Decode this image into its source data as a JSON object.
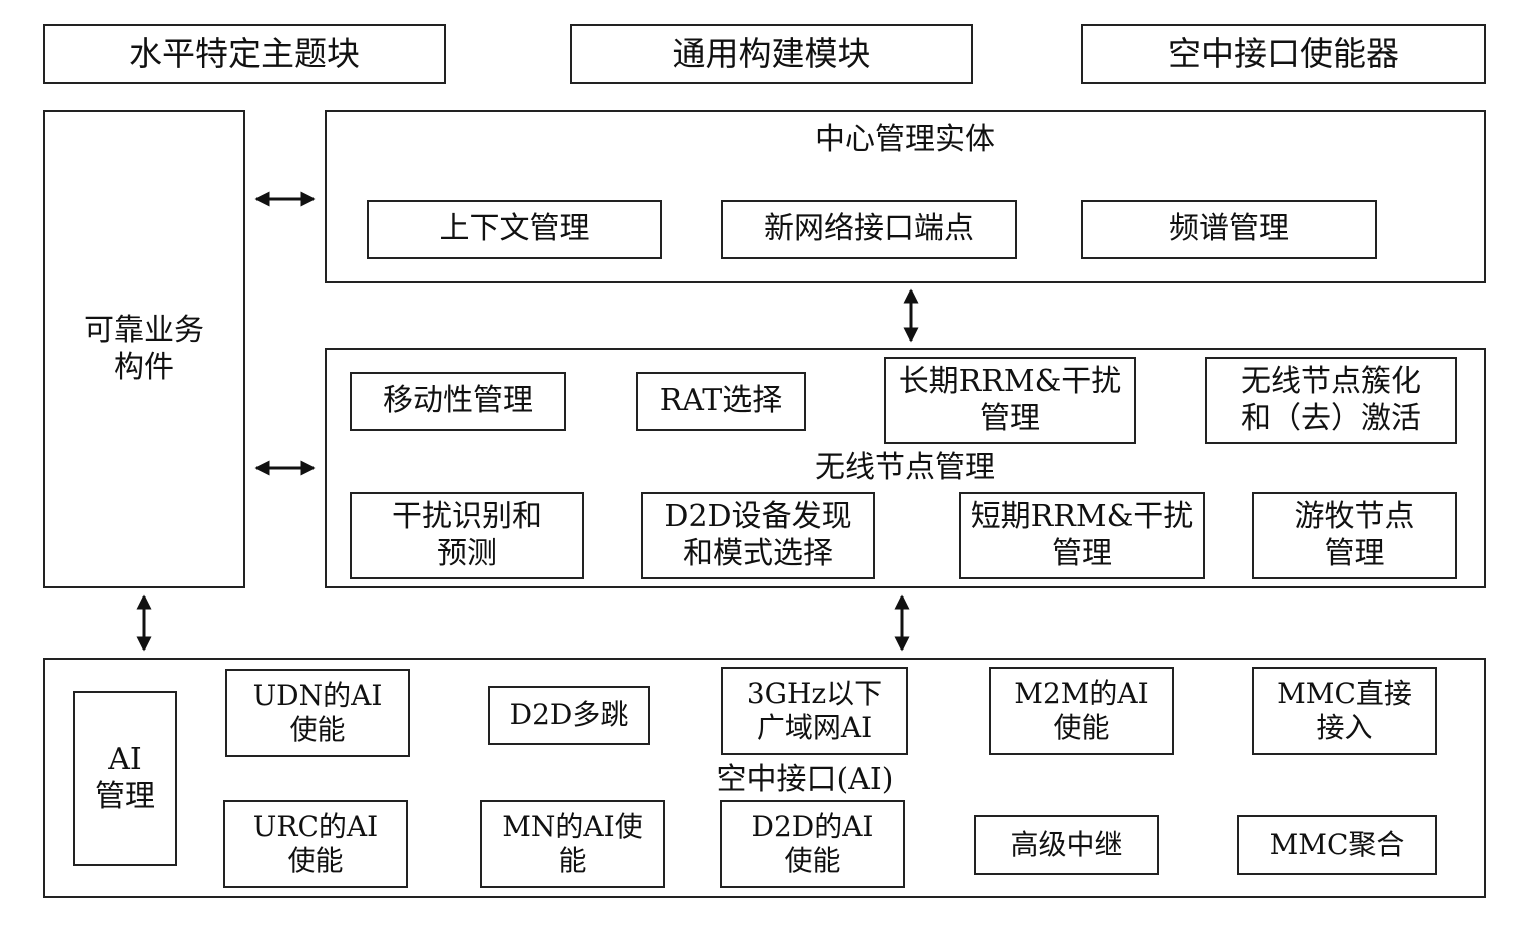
{
  "legend": {
    "horizontal": "水平特定主题块",
    "common": "通用构建模块",
    "air_interface_enabler": "空中接口使能器"
  },
  "reliable_service": {
    "title": "可靠业务\n构件"
  },
  "central_management": {
    "title": "中心管理实体",
    "items": [
      "上下文管理",
      "新网络接口端点",
      "频谱管理"
    ]
  },
  "radio_node_management": {
    "title": "无线节点管理",
    "items": [
      "移动性管理",
      "RAT选择",
      "长期RRM&干扰\n管理",
      "无线节点簇化\n和（去）激活",
      "干扰识别和\n预测",
      "D2D设备发现\n和模式选择",
      "短期RRM&干扰\n管理",
      "游牧节点\n管理"
    ]
  },
  "air_interface": {
    "title": "空中接口(AI)",
    "management": "AI\n管理",
    "items": [
      "UDN的AI\n使能",
      "D2D多跳",
      "3GHz以下\n广域网AI",
      "M2M的AI\n使能",
      "MMC直接\n接入",
      "URC的AI\n使能",
      "MN的AI使\n能",
      "D2D的AI\n使能",
      "高级中继",
      "MMC聚合"
    ]
  }
}
